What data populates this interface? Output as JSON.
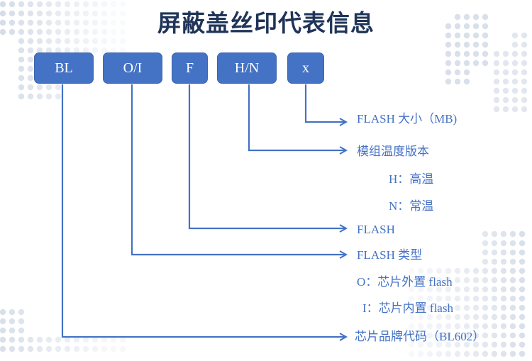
{
  "title": "屏蔽盖丝印代表信息",
  "colors": {
    "box_fill": "#4472c4",
    "line": "#4472c4",
    "label_text": "#4472c4",
    "title_text": "#1f3458",
    "dot_pattern": "#d5dde8"
  },
  "code_segments": [
    {
      "id": "bl",
      "label": "BL"
    },
    {
      "id": "oi",
      "label": "O/I"
    },
    {
      "id": "f",
      "label": "F"
    },
    {
      "id": "hn",
      "label": "H/N"
    },
    {
      "id": "x",
      "label": "x"
    }
  ],
  "descriptions": {
    "x": {
      "main": "FLASH 大小（MB)"
    },
    "hn": {
      "main": "模组温度版本",
      "options": [
        "H：高温",
        "N：常温"
      ]
    },
    "f": {
      "main": "FLASH"
    },
    "oi": {
      "main": "FLASH 类型",
      "options": [
        "O：芯片外置 flash",
        "I：芯片内置 flash"
      ]
    },
    "bl": {
      "main": "芯片品牌代码（BL602）"
    }
  }
}
